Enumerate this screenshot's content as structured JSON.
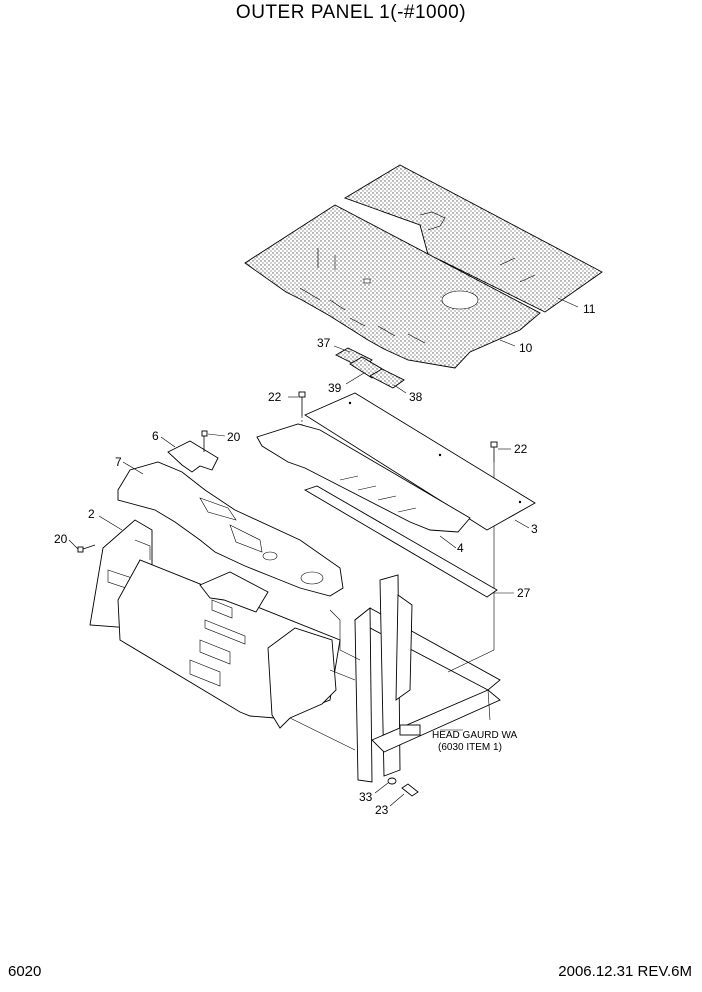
{
  "title": "OUTER PANEL 1(-#1000)",
  "page_number": "6020",
  "revision": "2006.12.31 REV.6M",
  "callouts": {
    "c11": "11",
    "c10": "10",
    "c37": "37",
    "c39": "39",
    "c38": "38",
    "c22a": "22",
    "c22b": "22",
    "c6": "6",
    "c20a": "20",
    "c7": "7",
    "c3": "3",
    "c2": "2",
    "c4": "4",
    "c20b": "20",
    "c27": "27",
    "c33": "33",
    "c23": "23"
  },
  "note": {
    "line1": "HEAD GAURD WA",
    "line2": "(6030 ITEM 1)"
  }
}
